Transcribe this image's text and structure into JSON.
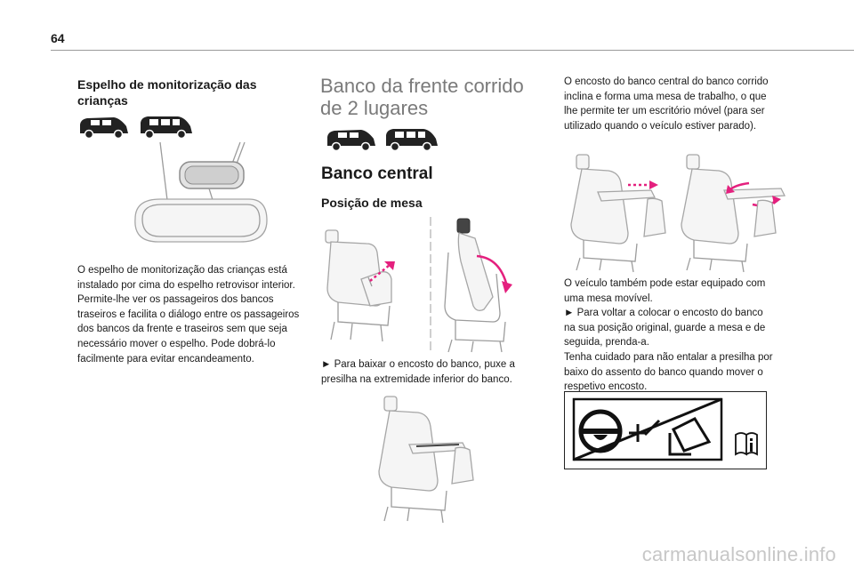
{
  "page": {
    "number": "64"
  },
  "col1": {
    "heading_lines": [
      "Espelho de monitorização das",
      "crianças"
    ],
    "body_lines": [
      "O espelho de monitorização das crianças está",
      "instalado por cima do espelho retrovisor interior.",
      "Permite-lhe ver os passageiros dos bancos",
      "traseiros e facilita o diálogo entre os passageiros",
      "dos bancos da frente e traseiros sem que seja",
      "necessário mover o espelho. Pode dobrá-lo",
      "facilmente para evitar encandeamento."
    ]
  },
  "col2": {
    "title_lines": [
      "Banco da frente corrido",
      "de 2 lugares"
    ],
    "section": "Banco central",
    "subsection": "Posição de mesa",
    "instruction_lines": [
      "► Para baixar o encosto do banco, puxe a",
      "presilha na extremidade inferior do banco."
    ]
  },
  "col3": {
    "intro_lines": [
      "O encosto do banco central do banco corrido",
      "inclina e forma uma mesa de trabalho, o que",
      "lhe permite ter um escritório móvel (para ser",
      "utilizado quando o veículo estiver parado)."
    ],
    "body_lines": [
      "O veículo também pode estar equipado com",
      "uma mesa movível.",
      "► Para voltar a colocar o encosto do banco",
      "na sua posição original, guarde a mesa e de",
      "seguida, prenda-a.",
      "Tenha cuidado para não entalar a presilha por",
      "baixo do assento do banco quando mover o",
      "respetivo encosto."
    ]
  },
  "colors": {
    "accent_arrow": "#e4207e",
    "line_art": "#9c9c9c",
    "text": "#1a1a1a"
  },
  "icons": [
    "van-icon",
    "seat-illustration",
    "warning-airbag-icon",
    "info-book-icon"
  ],
  "footer": {
    "watermark": "carmanualsonline.info"
  }
}
